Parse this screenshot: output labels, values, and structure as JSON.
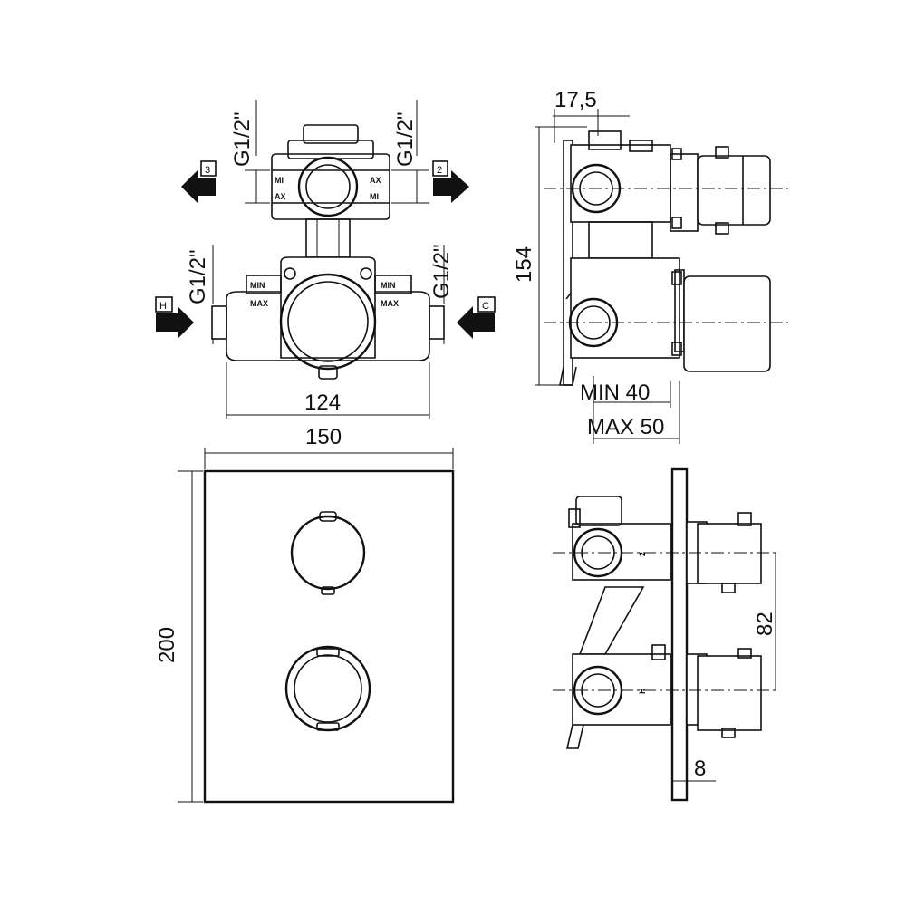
{
  "dimensions": {
    "pipe_top_left": "G1/2\"",
    "pipe_top_right": "G1/2\"",
    "pipe_bottom_left": "G1/2\"",
    "pipe_bottom_right": "G1/2\"",
    "body_width": "124",
    "plate_width": "150",
    "plate_height": "200",
    "depth_offset": "17,5",
    "body_height": "154",
    "min_depth": "MIN 40",
    "max_depth": "MAX 50",
    "outlet_spacing": "82",
    "plate_thickness": "8"
  },
  "ports": {
    "outlet_left": "3",
    "outlet_right": "2",
    "hot_inlet": "H",
    "cold_inlet": "C"
  },
  "markings": {
    "min": "MIN",
    "max": "MAX",
    "min_short": "MI",
    "max_short": "AX",
    "side_hot": "H",
    "side_outlet": "2"
  }
}
